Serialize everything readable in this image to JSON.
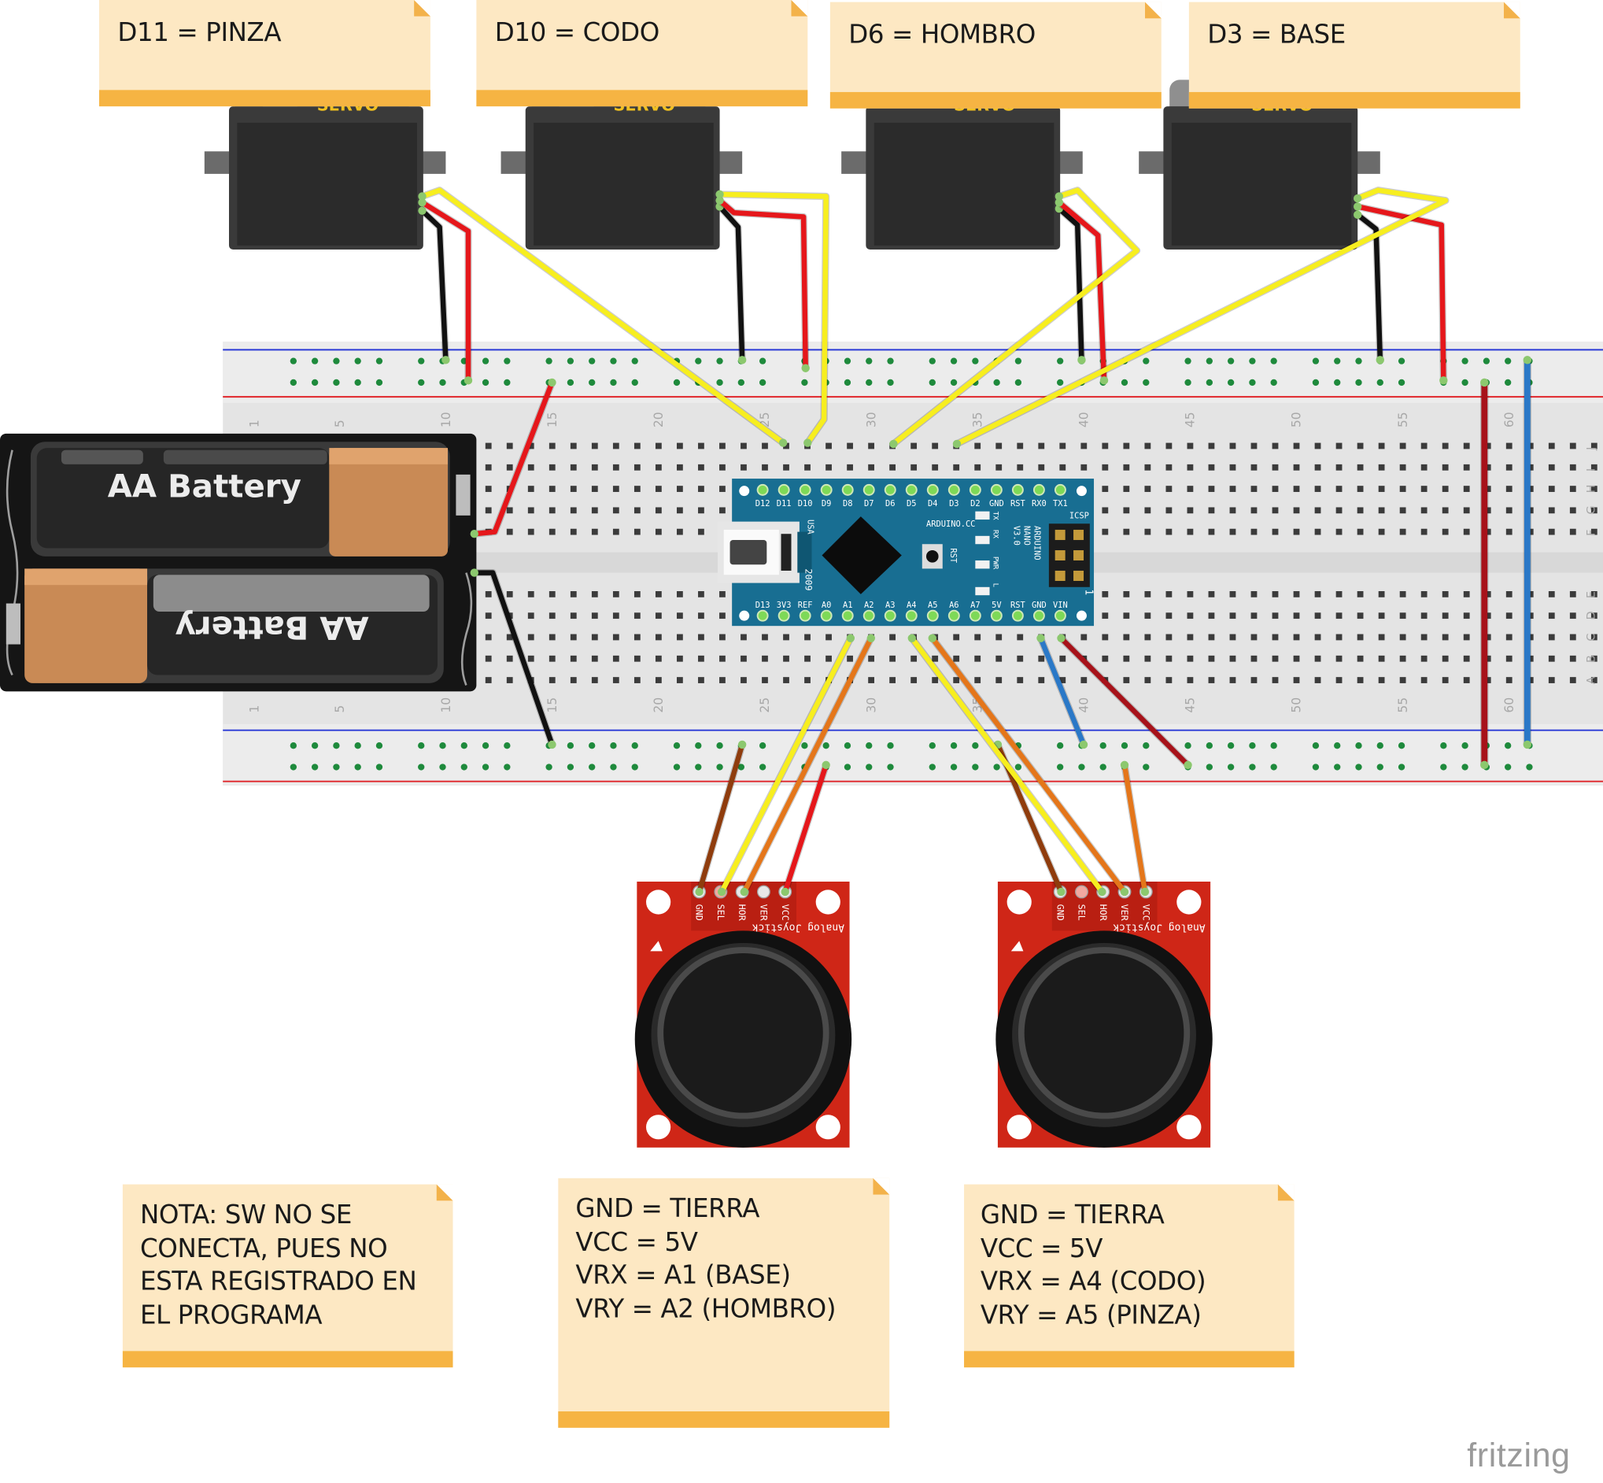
{
  "notes": {
    "servo_pinza": "D11 = PINZA",
    "servo_codo": "D10 = CODO",
    "servo_hombro": "D6 = HOMBRO",
    "servo_base": "D3 = BASE",
    "nota": "NOTA: SW NO SE\nCONECTA, PUES NO\nESTA REGISTRADO EN\nEL PROGRAMA",
    "joystick_1": "GND = TIERRA\nVCC = 5V\nVRX = A1 (BASE)\nVRY = A2 (HOMBRO)",
    "joystick_2": "GND = TIERRA\nVCC = 5V\nVRX = A4 (CODO)\nVRY = A5 (PINZA)"
  },
  "battery": {
    "label_top": "AA Battery",
    "label_bottom": "AA Battery"
  },
  "servo_label": "SERVO",
  "breadboard": {
    "column_numbers": [
      "1",
      "5",
      "10",
      "15",
      "20",
      "25",
      "30",
      "35",
      "40",
      "45",
      "50",
      "55",
      "60"
    ],
    "row_letters_top": [
      "J",
      "I",
      "H",
      "G",
      "F"
    ],
    "row_letters_bottom": [
      "E",
      "D",
      "C",
      "B",
      "A"
    ]
  },
  "arduino": {
    "top_pins": [
      "D12",
      "D11",
      "D10",
      "D9",
      "D8",
      "D7",
      "D6",
      "D5",
      "D4",
      "D3",
      "D2",
      "GND",
      "RST",
      "RX0",
      "TX1"
    ],
    "bottom_pins": [
      "D13",
      "3V3",
      "REF",
      "A0",
      "A1",
      "A2",
      "A3",
      "A4",
      "A5",
      "A6",
      "A7",
      "5V",
      "RST",
      "GND",
      "VIN"
    ],
    "board_text": "ARDUINO.CC",
    "model_text": "ARDUINO\nNANO\nV3.0",
    "usa_text": "USA",
    "year_text": "2009",
    "icsp_text": "ICSP",
    "rst_text": "RST",
    "led_labels": [
      "TX",
      "RX",
      "PWR",
      "L"
    ],
    "icsp_pin1": "1"
  },
  "joystick": {
    "pin_labels": [
      "GND",
      "SEL",
      "HOR",
      "VER",
      "VCC"
    ],
    "title_text": "Analog Joystick"
  },
  "brand": "fritzing",
  "colors": {
    "wire_yellow": "#f7ee1f",
    "wire_red": "#e5171b",
    "wire_black": "#111111",
    "wire_orange": "#e4761a",
    "wire_brown": "#8f3c0d",
    "wire_blue": "#2a78c7",
    "wire_darkred": "#a7121a",
    "note_bg": "#fde8c3",
    "note_bar": "#f6b443",
    "board_blue": "#1a6f93",
    "joystick_red": "#cf2617",
    "breadboard": "#e6e6e6"
  }
}
